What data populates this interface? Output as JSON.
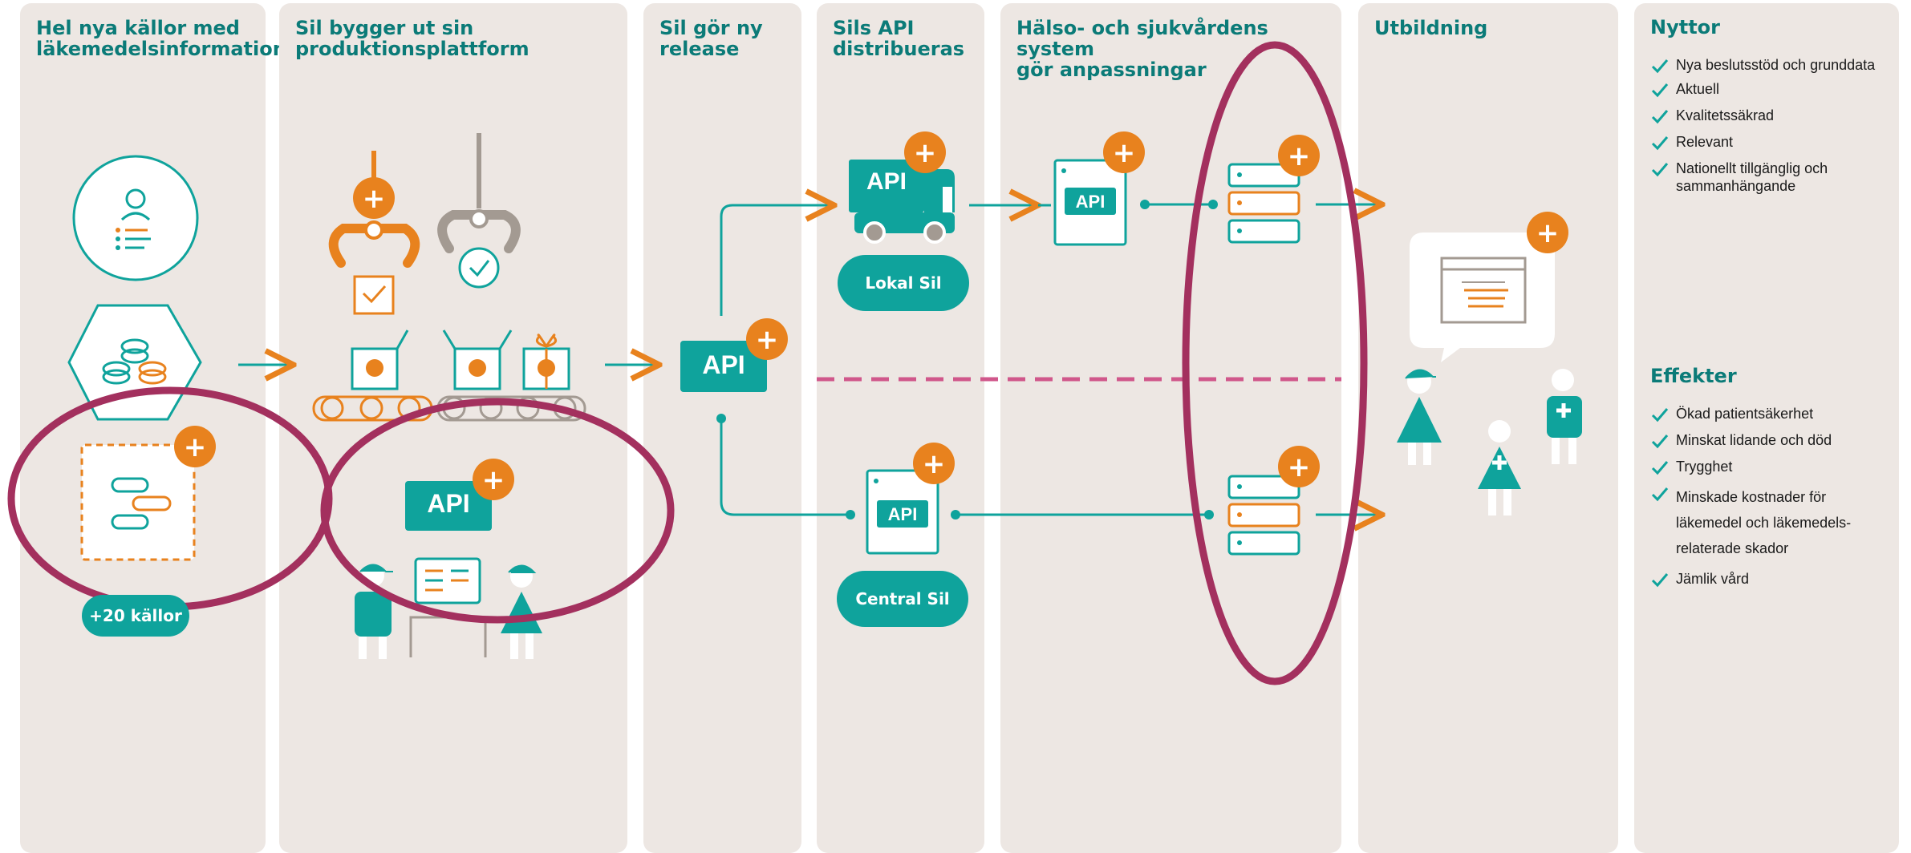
{
  "columns": [
    {
      "title": "Hel nya källor med\nläkemedelsinformation"
    },
    {
      "title": "Sil bygger ut sin\nproduktionsplattform"
    },
    {
      "title": "Sil gör ny\nrelease"
    },
    {
      "title": "Sils API\ndistribueras"
    },
    {
      "title": "Hälso- och sjukvårdens system\ngör anpassningar"
    },
    {
      "title": "Utbildning"
    },
    {
      "title": "Nyttor"
    }
  ],
  "sources_pill": "+20 källor",
  "api_label": "API",
  "plus_symbol": "+",
  "lokal_sil": "Lokal Sil",
  "central_sil": "Central Sil",
  "nyttor": {
    "title": "Nyttor",
    "items": [
      "Nya beslutsstöd och grunddata",
      "Aktuell",
      "Kvalitetssäkrad",
      "Relevant",
      "Nationellt tillgänglig och sammanhängande"
    ]
  },
  "effekter": {
    "title": "Effekter",
    "items": [
      "Ökad patientsäkerhet",
      "Minskat lidande och död",
      "Trygghet",
      "Minskade kostnader för läkemedel och läkemedels-relaterade skador",
      "Jämlik vård"
    ]
  },
  "colors": {
    "teal": "#0fa39c",
    "teal_dark": "#0b7b78",
    "orange": "#e8821e",
    "grey": "#a39a92",
    "panel": "#ede7e3",
    "highlight": "#a3305e",
    "dashed": "#d0578b"
  }
}
